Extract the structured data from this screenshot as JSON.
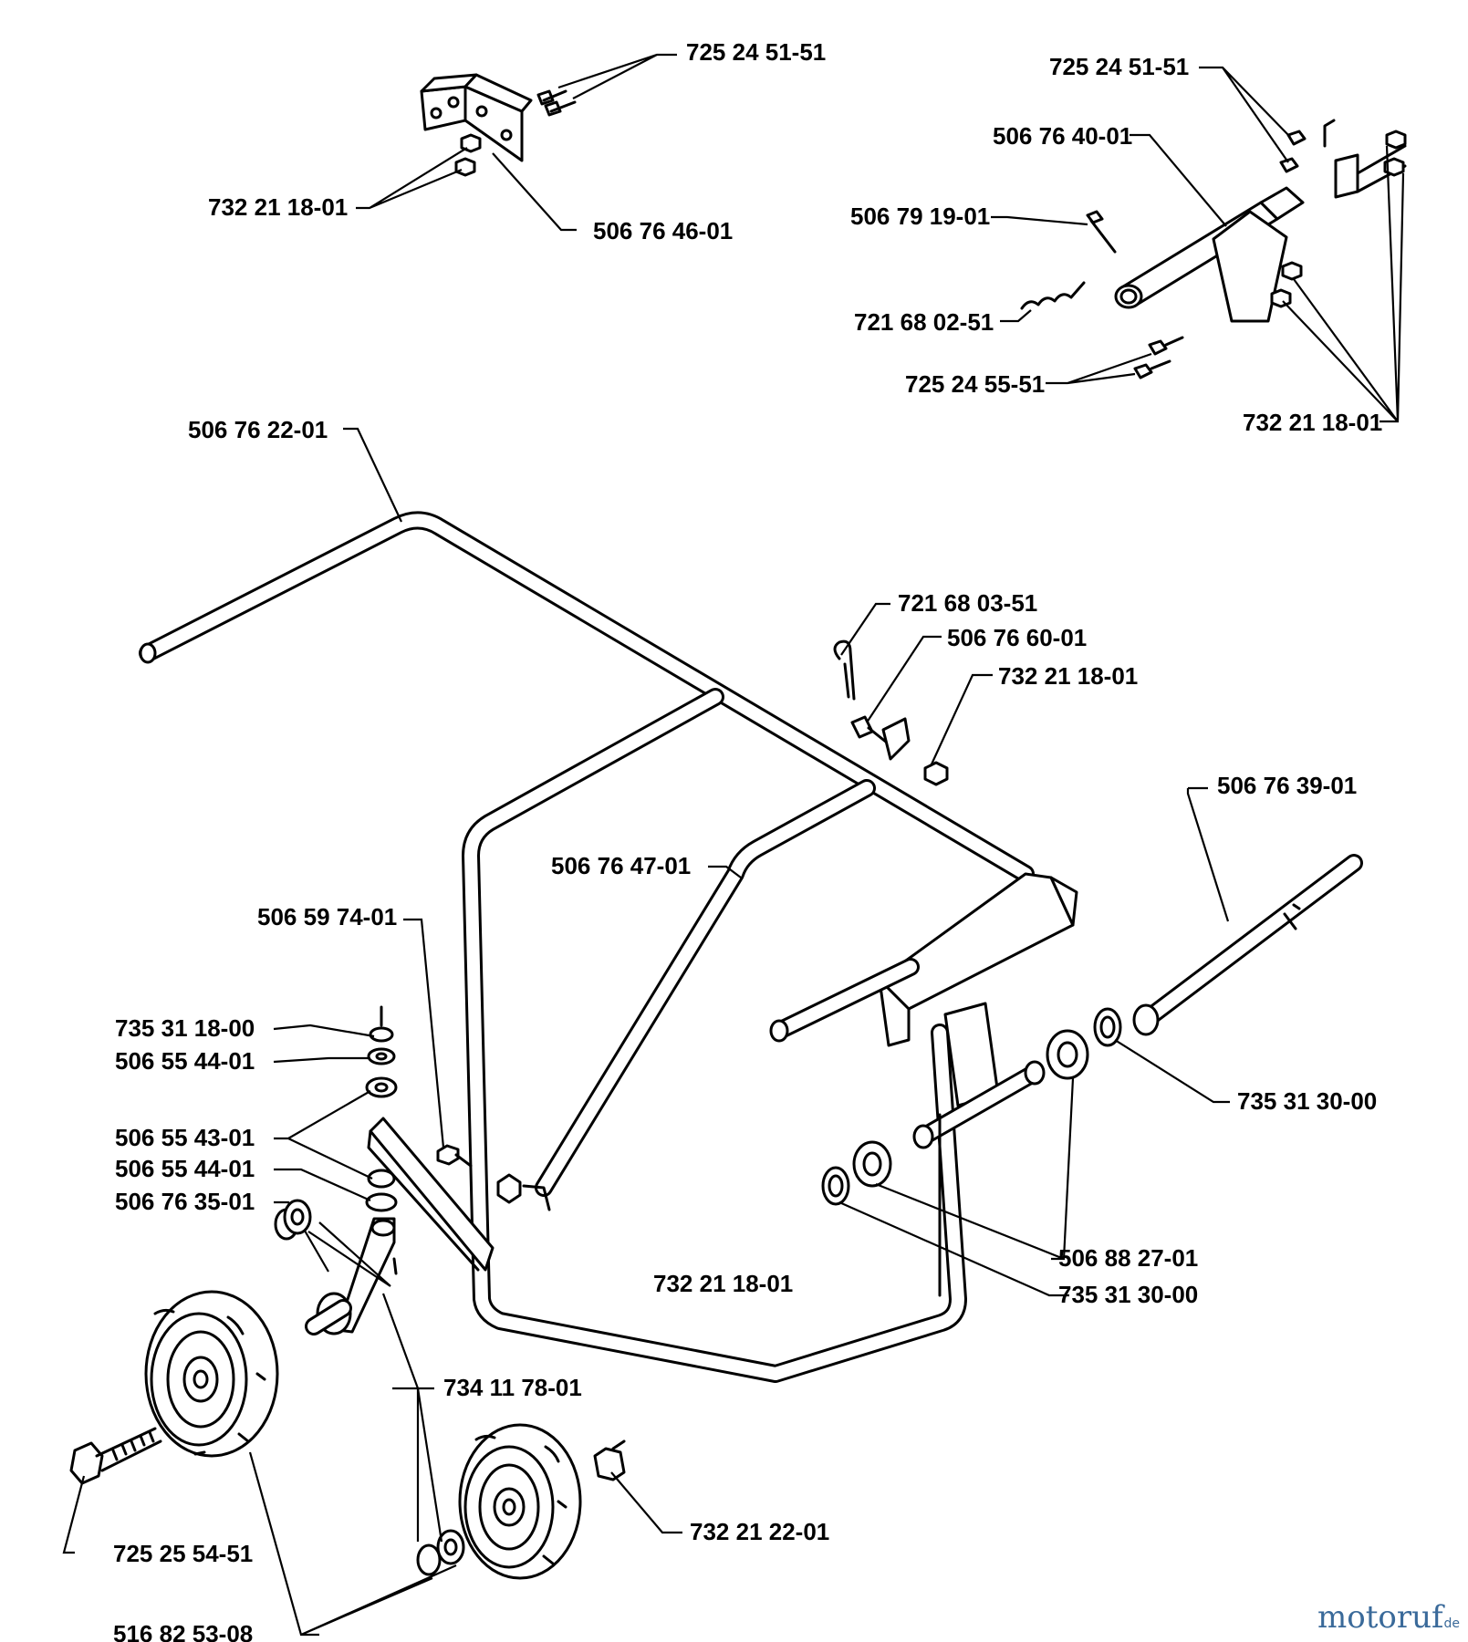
{
  "labels": {
    "l01": "725 24 51-51",
    "l02": "732 21 18-01",
    "l03": "506 76 46-01",
    "l04": "725 24 51-51",
    "l05": "506 76 40-01",
    "l06": "506 79 19-01",
    "l07": "721 68 02-51",
    "l08": "725 24 55-51",
    "l09": "732 21 18-01",
    "l10": "506 76 22-01",
    "l11": "721 68 03-51",
    "l12": "506 76 60-01",
    "l13": "732 21 18-01",
    "l14": "506 76 39-01",
    "l15": "506 76 47-01",
    "l16": "506 59 74-01",
    "l17": "735 31 18-00",
    "l18": "506 55 44-01",
    "l19": "506 55 43-01",
    "l20": "506 55 44-01",
    "l21": "506 76 35-01",
    "l22": "735 31 30-00",
    "l23": "732 21 18-01",
    "l24": "506 88 27-01",
    "l25": "735 31 30-00",
    "l26": "734 11 78-01",
    "l27": "732 21 22-01",
    "l28": "725 25 54-51",
    "l29": "516 82 53-08"
  },
  "watermark": {
    "brand": "motoruf",
    "suffix": ".de"
  }
}
